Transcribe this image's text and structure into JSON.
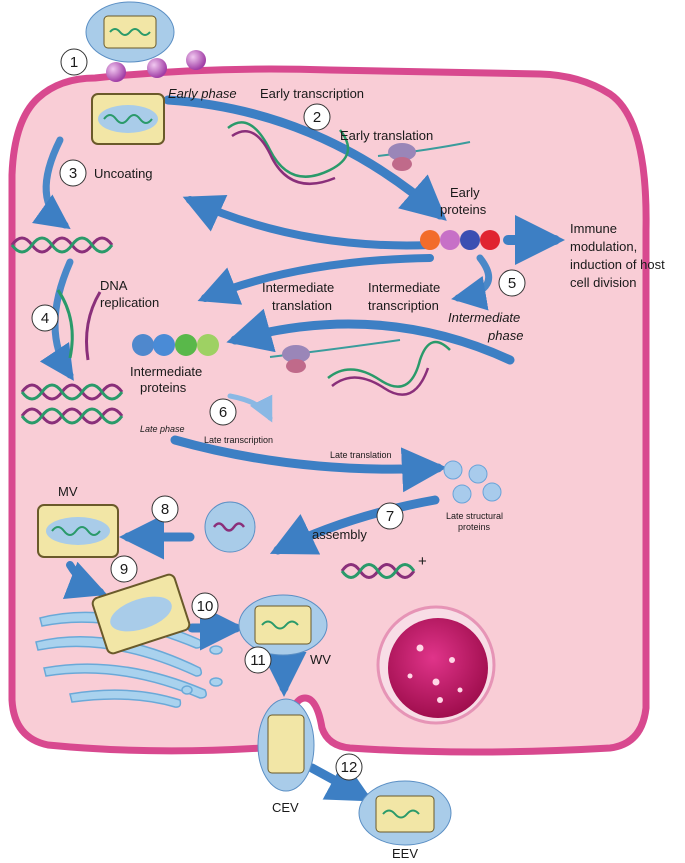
{
  "steps": [
    "1",
    "2",
    "3",
    "4",
    "5",
    "6",
    "7",
    "8",
    "9",
    "10",
    "11",
    "12"
  ],
  "labels": {
    "early_phase": "Early phase",
    "early_transcription": "Early transcription",
    "early_translation": "Early translation",
    "uncoating": "Uncoating",
    "early_proteins_1": "Early",
    "early_proteins_2": "proteins",
    "immune_1": "Immune",
    "immune_2": "modulation,",
    "immune_3": "induction of host",
    "immune_4": "cell division",
    "dna_1": "DNA",
    "dna_2": "replication",
    "int_translation_1": "Intermediate",
    "int_translation_2": "translation",
    "int_transcription_1": "Intermediate",
    "int_transcription_2": "transcription",
    "int_phase_1": "Intermediate",
    "int_phase_2": "phase",
    "int_proteins_1": "Intermediate",
    "int_proteins_2": "proteins",
    "late_phase": "Late phase",
    "late_transcription": "Late transcription",
    "late_translation": "Late translation",
    "late_structural_1": "Late structural",
    "late_structural_2": "proteins",
    "assembly": "assembly",
    "plus": "+",
    "mv": "MV",
    "wv": "WV",
    "cev": "CEV",
    "eev": "EEV"
  },
  "colors": {
    "cell_fill": "#f9cdd6",
    "cell_border": "#d8498f",
    "arrow": "#3d7fc4",
    "arrow_light": "#9cc5ea",
    "virion_halo": "#a9cce9",
    "virion_core": "#f2e6a6",
    "nucleus": "#c2125d"
  },
  "icons": [
    "dna-helix-icon",
    "ribosome-icon",
    "mrna-strand-icon",
    "virion-icon",
    "nucleus-icon",
    "golgi-icon"
  ]
}
